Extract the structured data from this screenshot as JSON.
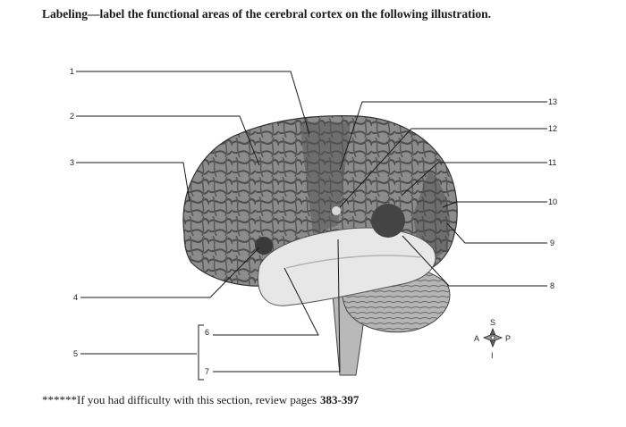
{
  "title": "Labeling—label the functional areas of the cerebral cortex on the following illustration.",
  "labels": [
    "1",
    "2",
    "3",
    "4",
    "5",
    "6",
    "7",
    "8",
    "9",
    "10",
    "11",
    "12",
    "13"
  ],
  "compass": {
    "superior": "S",
    "inferior": "I",
    "anterior": "A",
    "posterior": "P"
  },
  "footer": {
    "text": "******If you had difficulty with this section, review pages",
    "pages": "383-397"
  }
}
